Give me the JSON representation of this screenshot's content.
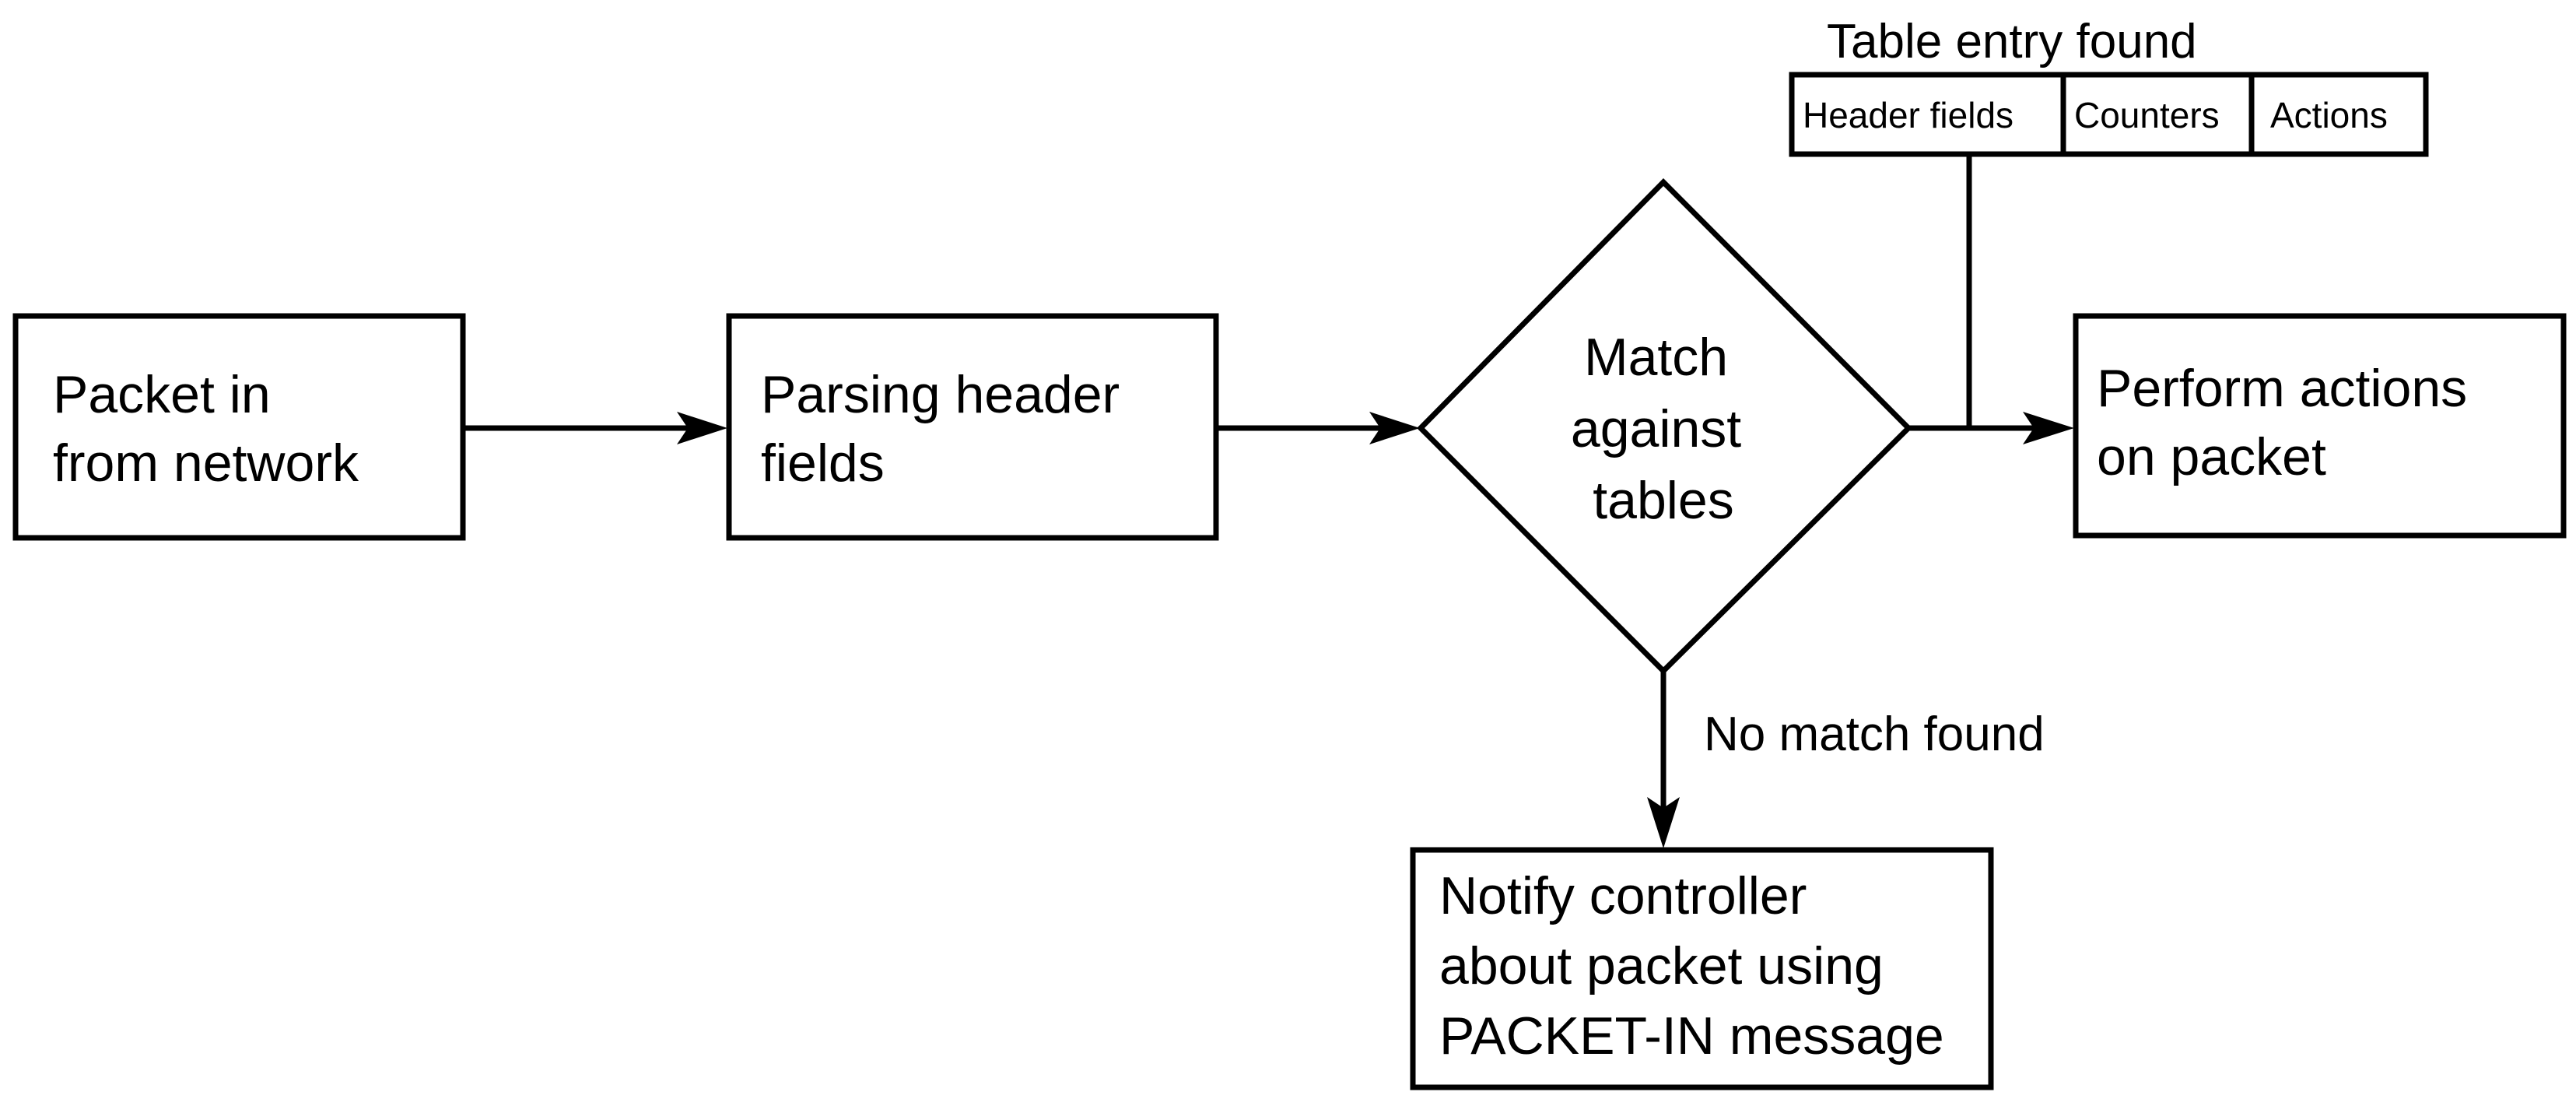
{
  "nodes": {
    "packet_in": {
      "lines": [
        "Packet in",
        "from network"
      ]
    },
    "parsing": {
      "lines": [
        "Parsing header",
        "fields"
      ]
    },
    "match": {
      "lines": [
        "Match",
        "against",
        "tables"
      ]
    },
    "perform": {
      "lines": [
        "Perform actions",
        "on packet"
      ]
    },
    "notify": {
      "lines": [
        "Notify controller",
        "about packet using",
        "PACKET-IN message"
      ]
    }
  },
  "table_entry": {
    "title": "Table entry found",
    "fields": [
      "Header fields",
      "Counters",
      "Actions"
    ]
  },
  "edges": {
    "no_match_label": "No match found"
  }
}
